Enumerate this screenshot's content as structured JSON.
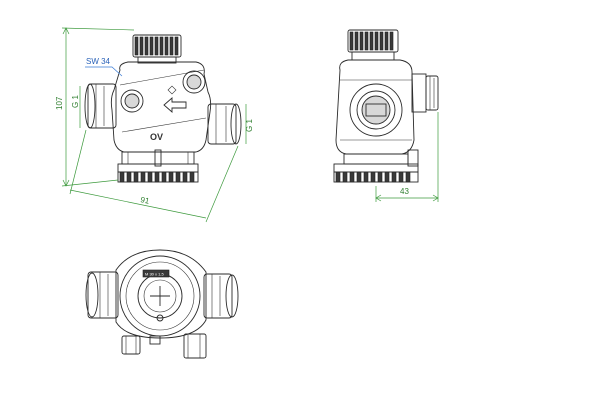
{
  "labels": {
    "wrench_size": "SW 34",
    "thread_left": "G 1",
    "thread_right": "G 1",
    "body_mark": "OV",
    "bottom_cap_text": "M 30 x 1,5"
  },
  "dimensions": {
    "height": "107",
    "width": "91",
    "side_depth": "43"
  },
  "colors": {
    "dimension": "#3d9a3d",
    "leader": "#3a7bd5",
    "line": "#2b2b2b"
  }
}
